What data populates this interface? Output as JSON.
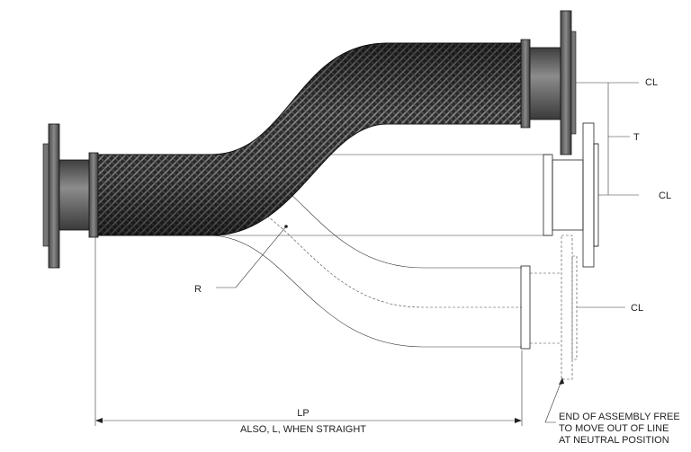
{
  "labels": {
    "cl_top": "CL",
    "t": "T",
    "cl_middle": "CL",
    "cl_bottom": "CL",
    "r": "R",
    "lp": "LP",
    "also_l": "ALSO, L, WHEN STRAIGHT",
    "end_note_1": "END OF ASSEMBLY FREE",
    "end_note_2": "TO MOVE OUT OF LINE",
    "end_note_3": "AT NEUTRAL POSITION"
  },
  "colors": {
    "braid_dark": "#2a2a2a",
    "braid_mid": "#555555",
    "braid_light": "#8a8a8a",
    "flange": "#6b6b6b",
    "line": "#222222"
  }
}
